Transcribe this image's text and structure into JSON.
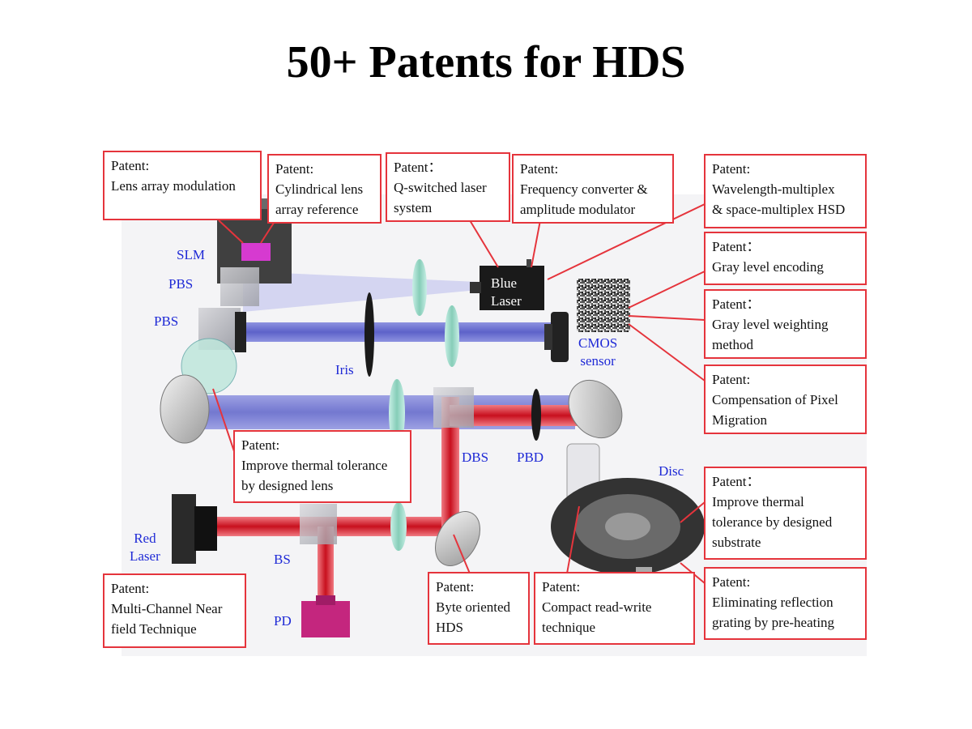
{
  "title": "50+ Patents for HDS",
  "patents": [
    {
      "key": "lens_array",
      "text": "Patent:\nLens array modulation"
    },
    {
      "key": "cyl_lens",
      "text": "Patent:\nCylindrical lens\narray reference"
    },
    {
      "key": "q_switched",
      "text": "Patent：\nQ-switched laser\nsystem"
    },
    {
      "key": "freq_conv",
      "text": "Patent:\nFrequency converter &\namplitude modulator"
    },
    {
      "key": "wavelength",
      "text": "Patent:\nWavelength-multiplex\n& space-multiplex HSD"
    },
    {
      "key": "gray_enc",
      "text": "Patent：\nGray level encoding"
    },
    {
      "key": "gray_weight",
      "text": "Patent：\nGray level weighting\nmethod"
    },
    {
      "key": "pixel_mig",
      "text": "Patent:\nCompensation of Pixel\nMigration"
    },
    {
      "key": "thermal_lens",
      "text": "Patent:\nImprove thermal tolerance\nby designed lens"
    },
    {
      "key": "thermal_sub",
      "text": "Patent：\nImprove thermal\ntolerance by designed\nsubstrate"
    },
    {
      "key": "reflection",
      "text": "Patent:\nEliminating reflection\ngrating by pre-heating"
    },
    {
      "key": "near_field",
      "text": "Patent:\nMulti-Channel Near\nfield Technique"
    },
    {
      "key": "byte_hds",
      "text": "Patent:\nByte oriented\nHDS"
    },
    {
      "key": "compact_rw",
      "text": "Patent:\nCompact read-write\ntechnique"
    }
  ],
  "labels": {
    "slm": "SLM",
    "pbs1": "PBS",
    "pbs2": "PBS",
    "iris": "Iris",
    "blue_laser": "Blue\nLaser",
    "cmos": "CMOS\nsensor",
    "dbs": "DBS",
    "pbd": "PBD",
    "disc": "Disc",
    "red_laser": "Red\nLaser",
    "bs": "BS",
    "pd": "PD"
  },
  "colors": {
    "box_border": "#e5343c",
    "label_blue": "#1f2ad6",
    "blue_beam": "#6a6fd0",
    "red_beam": "#d42030",
    "lens": "#9fd8c8",
    "pd": "#c4267e"
  }
}
